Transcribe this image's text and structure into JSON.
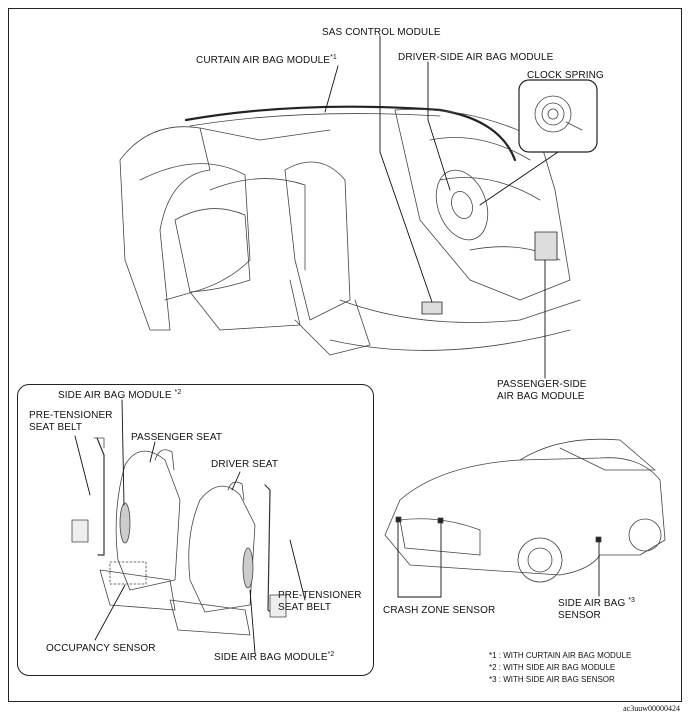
{
  "labels": {
    "sas_control_module": "SAS CONTROL MODULE",
    "curtain_air_bag_module": "CURTAIN AIR BAG MODULE",
    "curtain_note": "*1",
    "driver_side_air_bag_module": "DRIVER-SIDE AIR BAG MODULE",
    "clock_spring": "CLOCK SPRING",
    "passenger_side_air_bag_module_line1": "PASSENGER-SIDE",
    "passenger_side_air_bag_module_line2": "AIR BAG MODULE",
    "side_air_bag_module_top": "SIDE AIR BAG MODULE",
    "side_air_bag_module_top_note": "*2",
    "pre_tensioner_left_line1": "PRE-TENSIONER",
    "pre_tensioner_left_line2": "SEAT BELT",
    "passenger_seat": "PASSENGER SEAT",
    "driver_seat": "DRIVER SEAT",
    "pre_tensioner_right_line1": "PRE-TENSIONER",
    "pre_tensioner_right_line2": "SEAT BELT",
    "occupancy_sensor": "OCCUPANCY SENSOR",
    "side_air_bag_module_bottom": "SIDE AIR BAG MODULE",
    "side_air_bag_module_bottom_note": "*2",
    "crash_zone_sensor": "CRASH ZONE SENSOR",
    "side_air_bag_sensor_line1": "SIDE AIR BAG",
    "side_air_bag_sensor_note": "*3",
    "side_air_bag_sensor_line2": "SENSOR"
  },
  "footnotes": [
    "*1 : WITH CURTAIN AIR BAG MODULE",
    "*2 : WITH SIDE AIR BAG MODULE",
    "*3 : WITH SIDE AIR BAG SENSOR"
  ],
  "doc_id": "ac3uuw00000424"
}
